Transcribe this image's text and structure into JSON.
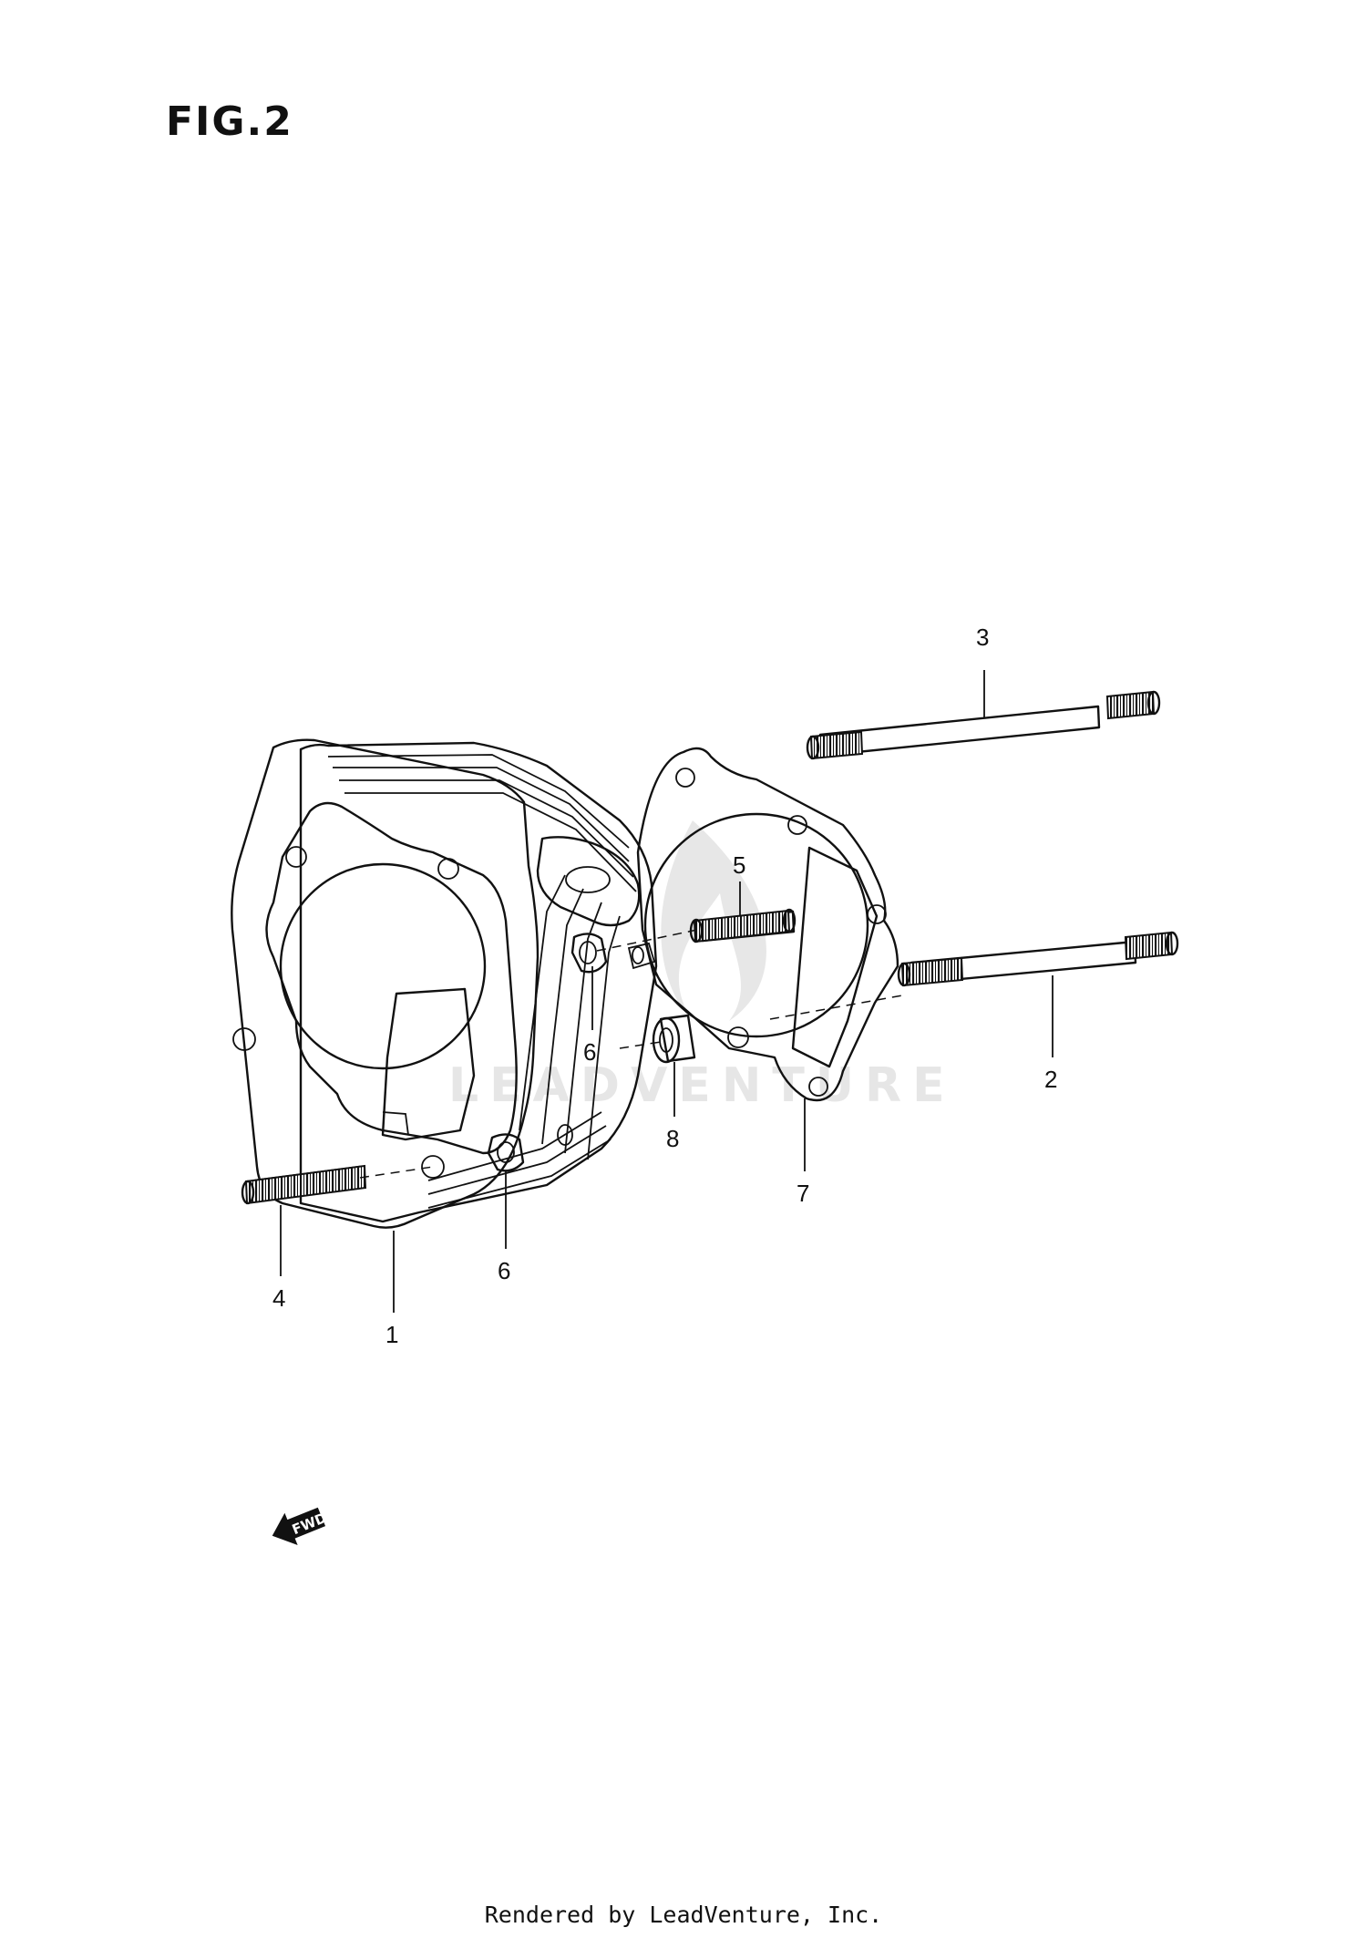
{
  "figure": {
    "title": "FIG.2"
  },
  "callouts": [
    {
      "id": "c3",
      "label": "3"
    },
    {
      "id": "c5",
      "label": "5"
    },
    {
      "id": "c6a",
      "label": "6"
    },
    {
      "id": "c2",
      "label": "2"
    },
    {
      "id": "c8",
      "label": "8"
    },
    {
      "id": "c7",
      "label": "7"
    },
    {
      "id": "c4",
      "label": "4"
    },
    {
      "id": "c6b",
      "label": "6"
    },
    {
      "id": "c1",
      "label": "1"
    }
  ],
  "fwd_arrow": {
    "label": "FWD"
  },
  "watermark": {
    "text": "LEADVENTURE"
  },
  "footer": {
    "text": "Rendered by LeadVenture, Inc."
  },
  "icons": [
    "fwd-arrow-icon",
    "leadventure-flame-icon"
  ]
}
